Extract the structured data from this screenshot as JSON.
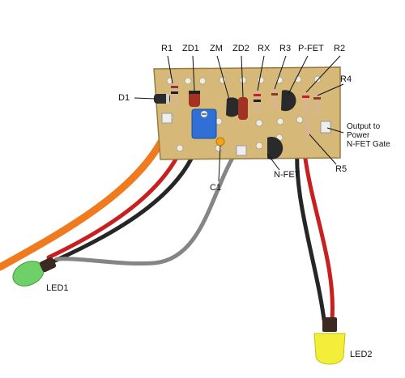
{
  "labels": {
    "r1": "R1",
    "zd1": "ZD1",
    "zm": "ZM",
    "zd2": "ZD2",
    "rx": "RX",
    "r3": "R3",
    "pfet": "P-FET",
    "r2": "R2",
    "r4": "R4",
    "d1": "D1",
    "output_note": "Output to\nPower\nN-FET Gate",
    "r5": "R5",
    "nfet": "N-FET",
    "c1": "C1",
    "led1": "LED1",
    "led2": "LED2"
  },
  "colors": {
    "background": "#ffffff",
    "board": "#d6b978",
    "wire_orange": "#f07a1e",
    "wire_red": "#c8201e",
    "wire_black": "#262626",
    "wire_gray": "#858585",
    "led_green": "#6fd06a",
    "led_yellow": "#f2ee3a",
    "trimpot_blue": "#2f6fd6"
  }
}
